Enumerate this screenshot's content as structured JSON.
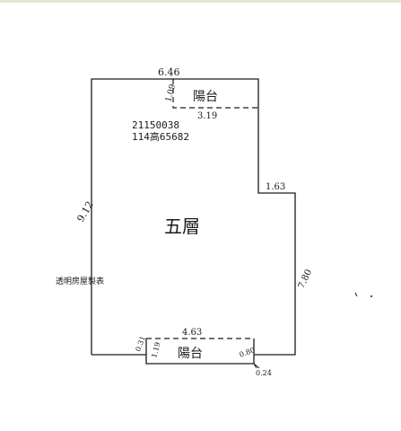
{
  "plan": {
    "floor_label": "五層",
    "balcony_label": "陽台",
    "case_number": "21150038",
    "permit_number": "114高65682",
    "note": "透明房屋製表",
    "dimensions": {
      "top_width": "6.46",
      "left_height": "9.12",
      "step_width": "1.63",
      "right_height": "7.80",
      "top_balcony_width": "3.19",
      "top_balcony_depth": "1.09",
      "bottom_balcony_width": "4.63",
      "bottom_balcony_left_depth": "1.19",
      "bottom_balcony_left_offset": "0.31",
      "bottom_balcony_right_depth": "0.80",
      "bottom_balcony_right_offset": "0.24"
    }
  },
  "colors": {
    "line": "#1a1a1a",
    "band": "#e7e4d6"
  }
}
